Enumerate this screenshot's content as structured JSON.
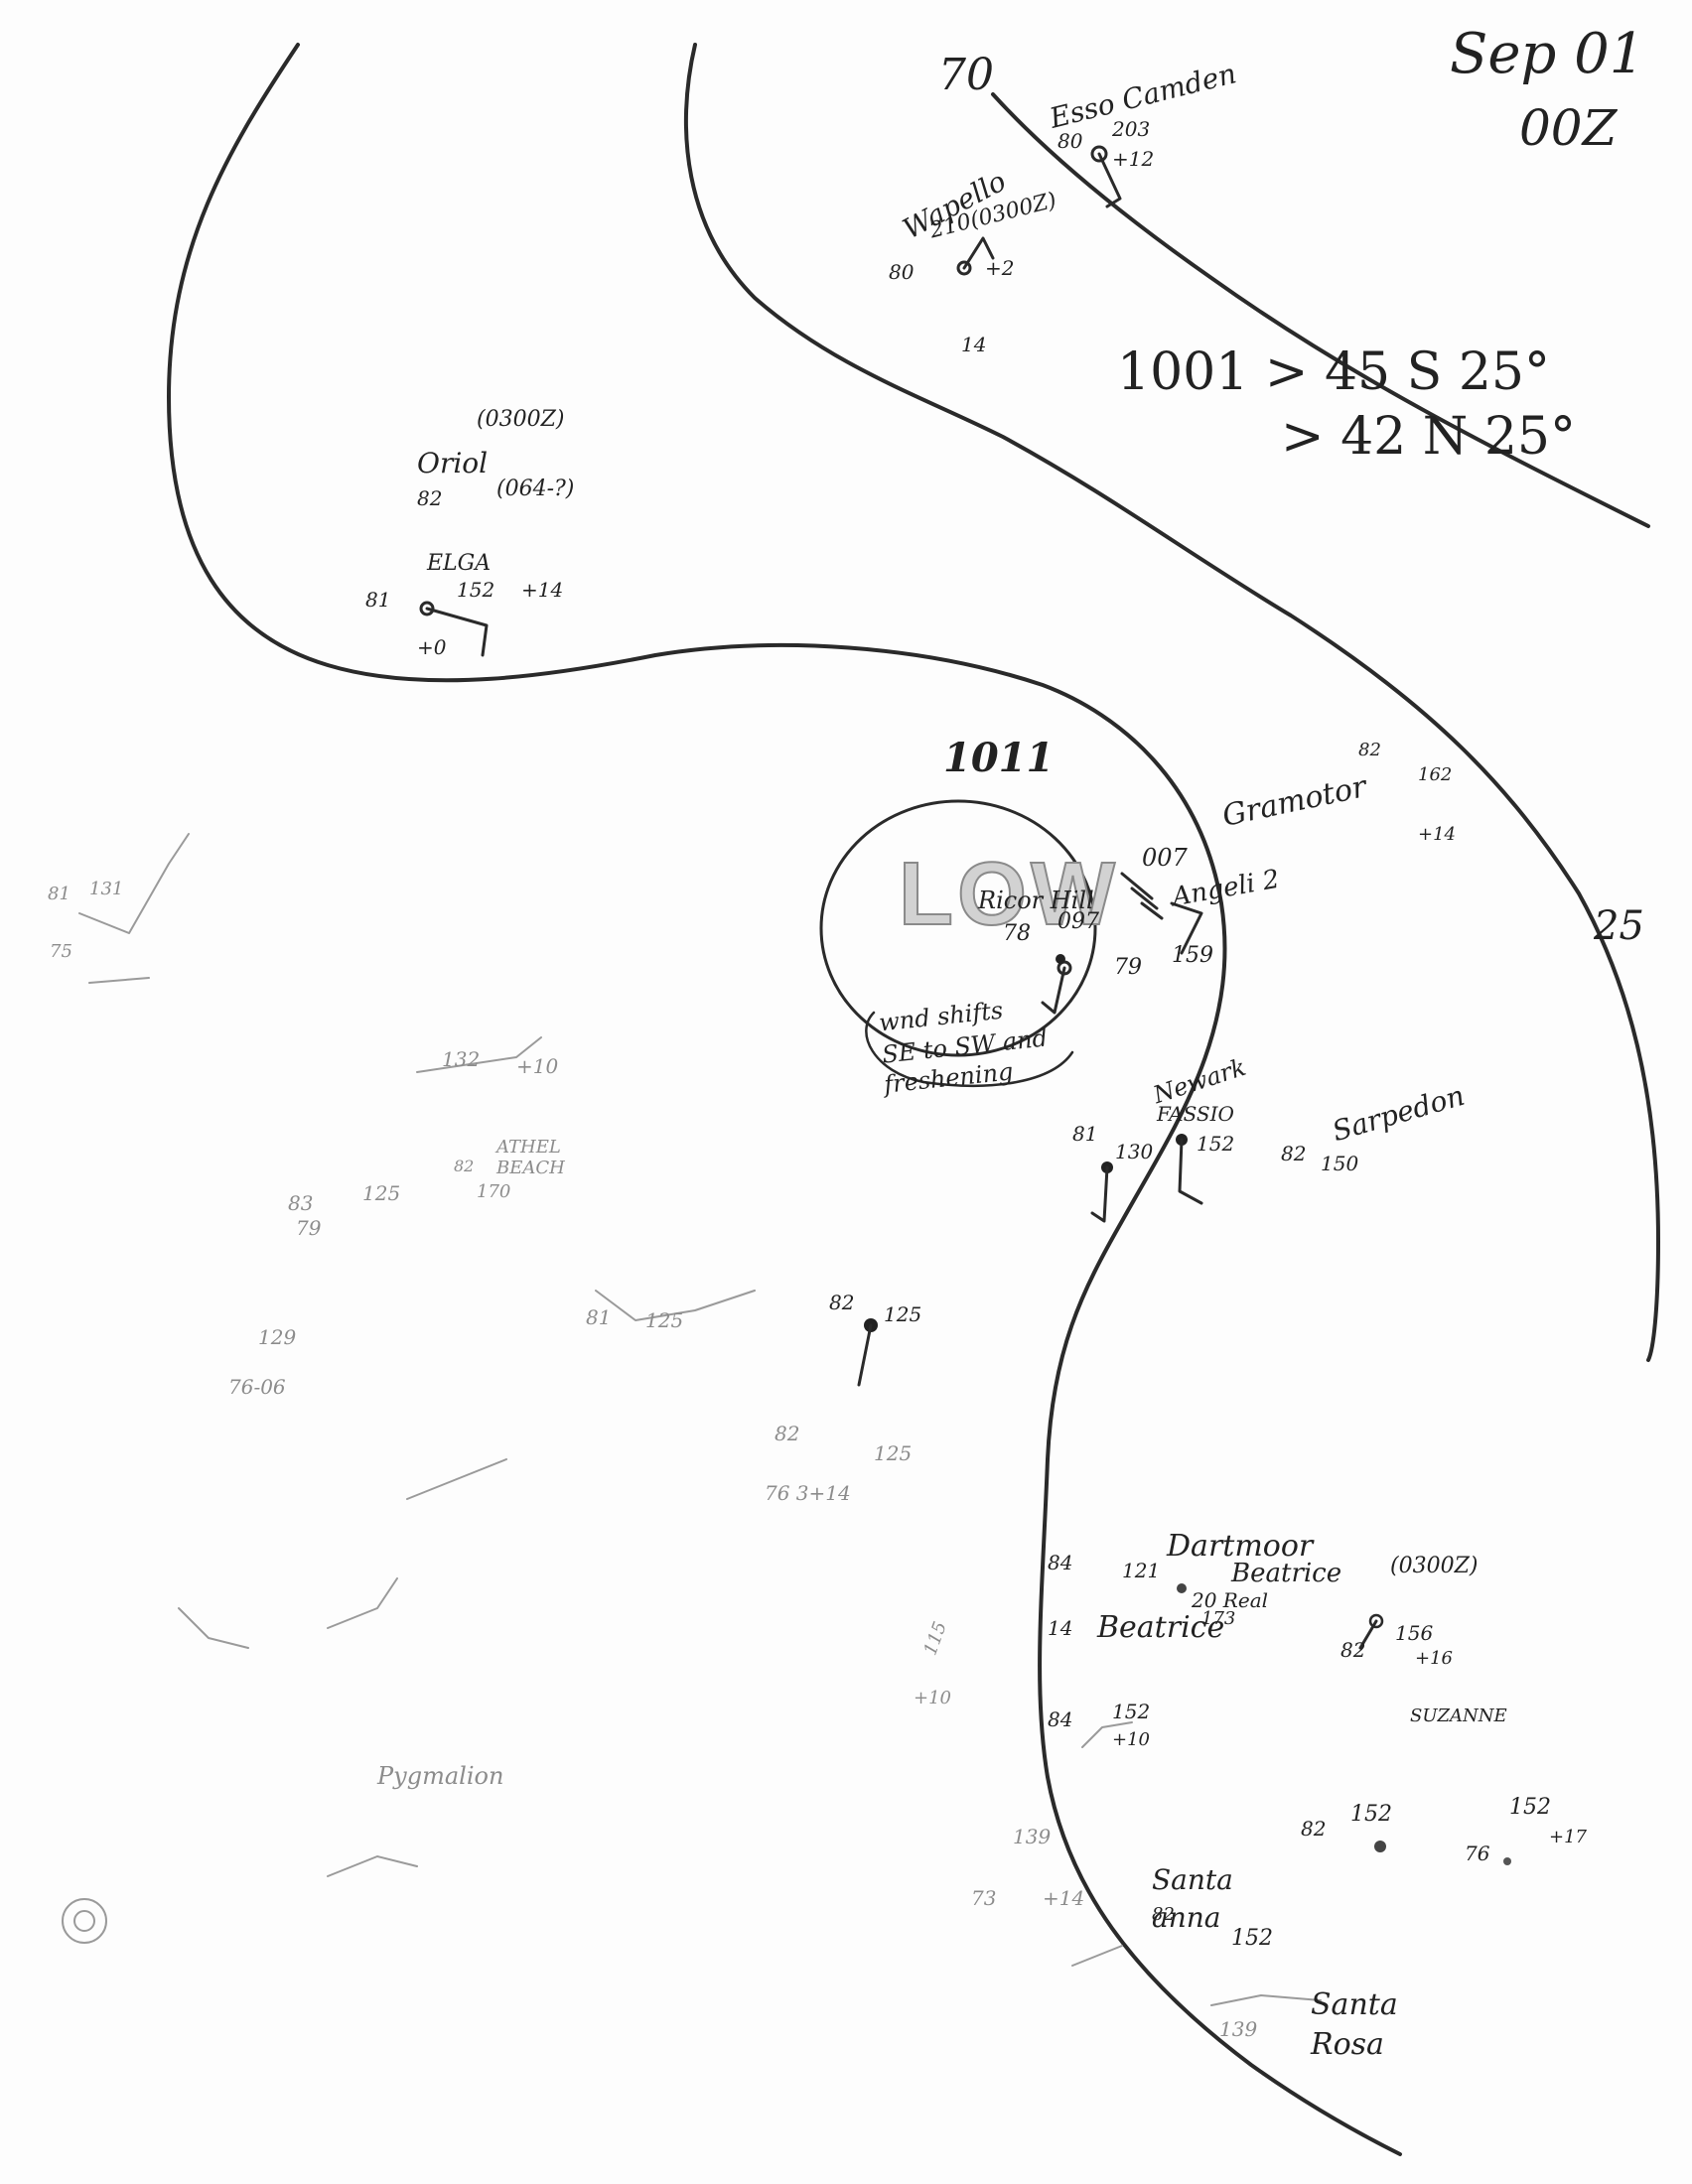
{
  "header": {
    "date": "Sep 01",
    "time": "00Z"
  },
  "isobar_labels": {
    "low_pressure": "1011",
    "top": "70",
    "right_edge": "25"
  },
  "low_stamp": "LOW",
  "text_block": {
    "line1": "1001 > 45 S 25°",
    "line2": "> 42 N 25°"
  },
  "note": [
    "wnd shifts",
    "SE to SW and",
    "freshening"
  ],
  "ships": {
    "esso_camden": {
      "name": "Esso Camden",
      "temp": "80",
      "pressure": "203",
      "tendency": "+12"
    },
    "wapello": {
      "name": "Wapello",
      "time": "210(0300Z)",
      "temp": "80",
      "tendency": "+2",
      "extra": "14"
    },
    "oriole": {
      "time": "(0300Z)",
      "name": "Oriol",
      "temp": "82",
      "extra": "(064-?)"
    },
    "elga": {
      "name": "ELGA",
      "temp": "81",
      "pressure": "152",
      "tendency": "+14",
      "change": "+0"
    },
    "ricor_hill": {
      "name": "Ricor Hill",
      "temp": "78",
      "pressure": "097"
    },
    "angeli": {
      "pressure": "007",
      "name": "Angeli 2",
      "temp": "79",
      "pressure2": "159"
    },
    "gramotor": {
      "name": "Gramotor",
      "temp": "82",
      "pressure": "162",
      "tendency": "+14"
    },
    "newark": {
      "name": "Newark",
      "pressure": "130",
      "temp": "81"
    },
    "fassio": {
      "name": "FASSIO",
      "pressure": "152"
    },
    "sarpedon": {
      "name": "Sarpedon",
      "temp": "82",
      "pressure": "150"
    },
    "athel_beach": {
      "name": "ATHEL BEACH",
      "pressure": "170",
      "temp": "82"
    },
    "plot_125a": {
      "temp": "83",
      "pressure": "125",
      "dew": "79"
    },
    "plot_125b": {
      "temp": "81",
      "pressure": "125"
    },
    "plot_125c": {
      "temp": "82",
      "pressure": "125"
    },
    "plot_125d": {
      "temp": "82",
      "pressure": "125",
      "change": "76 3+14"
    },
    "plot_132": {
      "pressure": "132",
      "tendency": "+10"
    },
    "dartmoor": {
      "name": "Dartmoor",
      "temp": "84",
      "pressure": "121"
    },
    "beatrice": {
      "name": "Beatrice",
      "time": "(0300Z)",
      "extra": "20 Real",
      "pressure": "173"
    },
    "beatrice2": {
      "name": "Beatrice",
      "temp": "14"
    },
    "suzanne": {
      "name": "SUZANNE",
      "temp": "82",
      "pressure": "156",
      "tendency": "+16"
    },
    "plot_152a": {
      "temp": "84",
      "pressure": "152",
      "tendency": "+10"
    },
    "plot_152b": {
      "temp": "82",
      "pressure": "152",
      "dew": "76"
    },
    "plot_152c": {
      "pressure": "152",
      "tendency": "+17"
    },
    "santa_anna": {
      "name": "Santa anna",
      "temp": "82",
      "pressure": "152"
    },
    "santa_rosa": {
      "name": "Santa Rosa",
      "pressure": "139"
    },
    "pygmalion": {
      "name": "Pygmalion"
    },
    "plot_139": {
      "pressure": "139",
      "temp": "73",
      "tendency": "+14"
    },
    "plot_131": {
      "temp": "81",
      "pressure": "131",
      "dew": "75"
    },
    "plot_115": {
      "pressure": "115",
      "tendency": "+10"
    },
    "plot_129": {
      "pressure": "129",
      "change": "76-06"
    }
  }
}
